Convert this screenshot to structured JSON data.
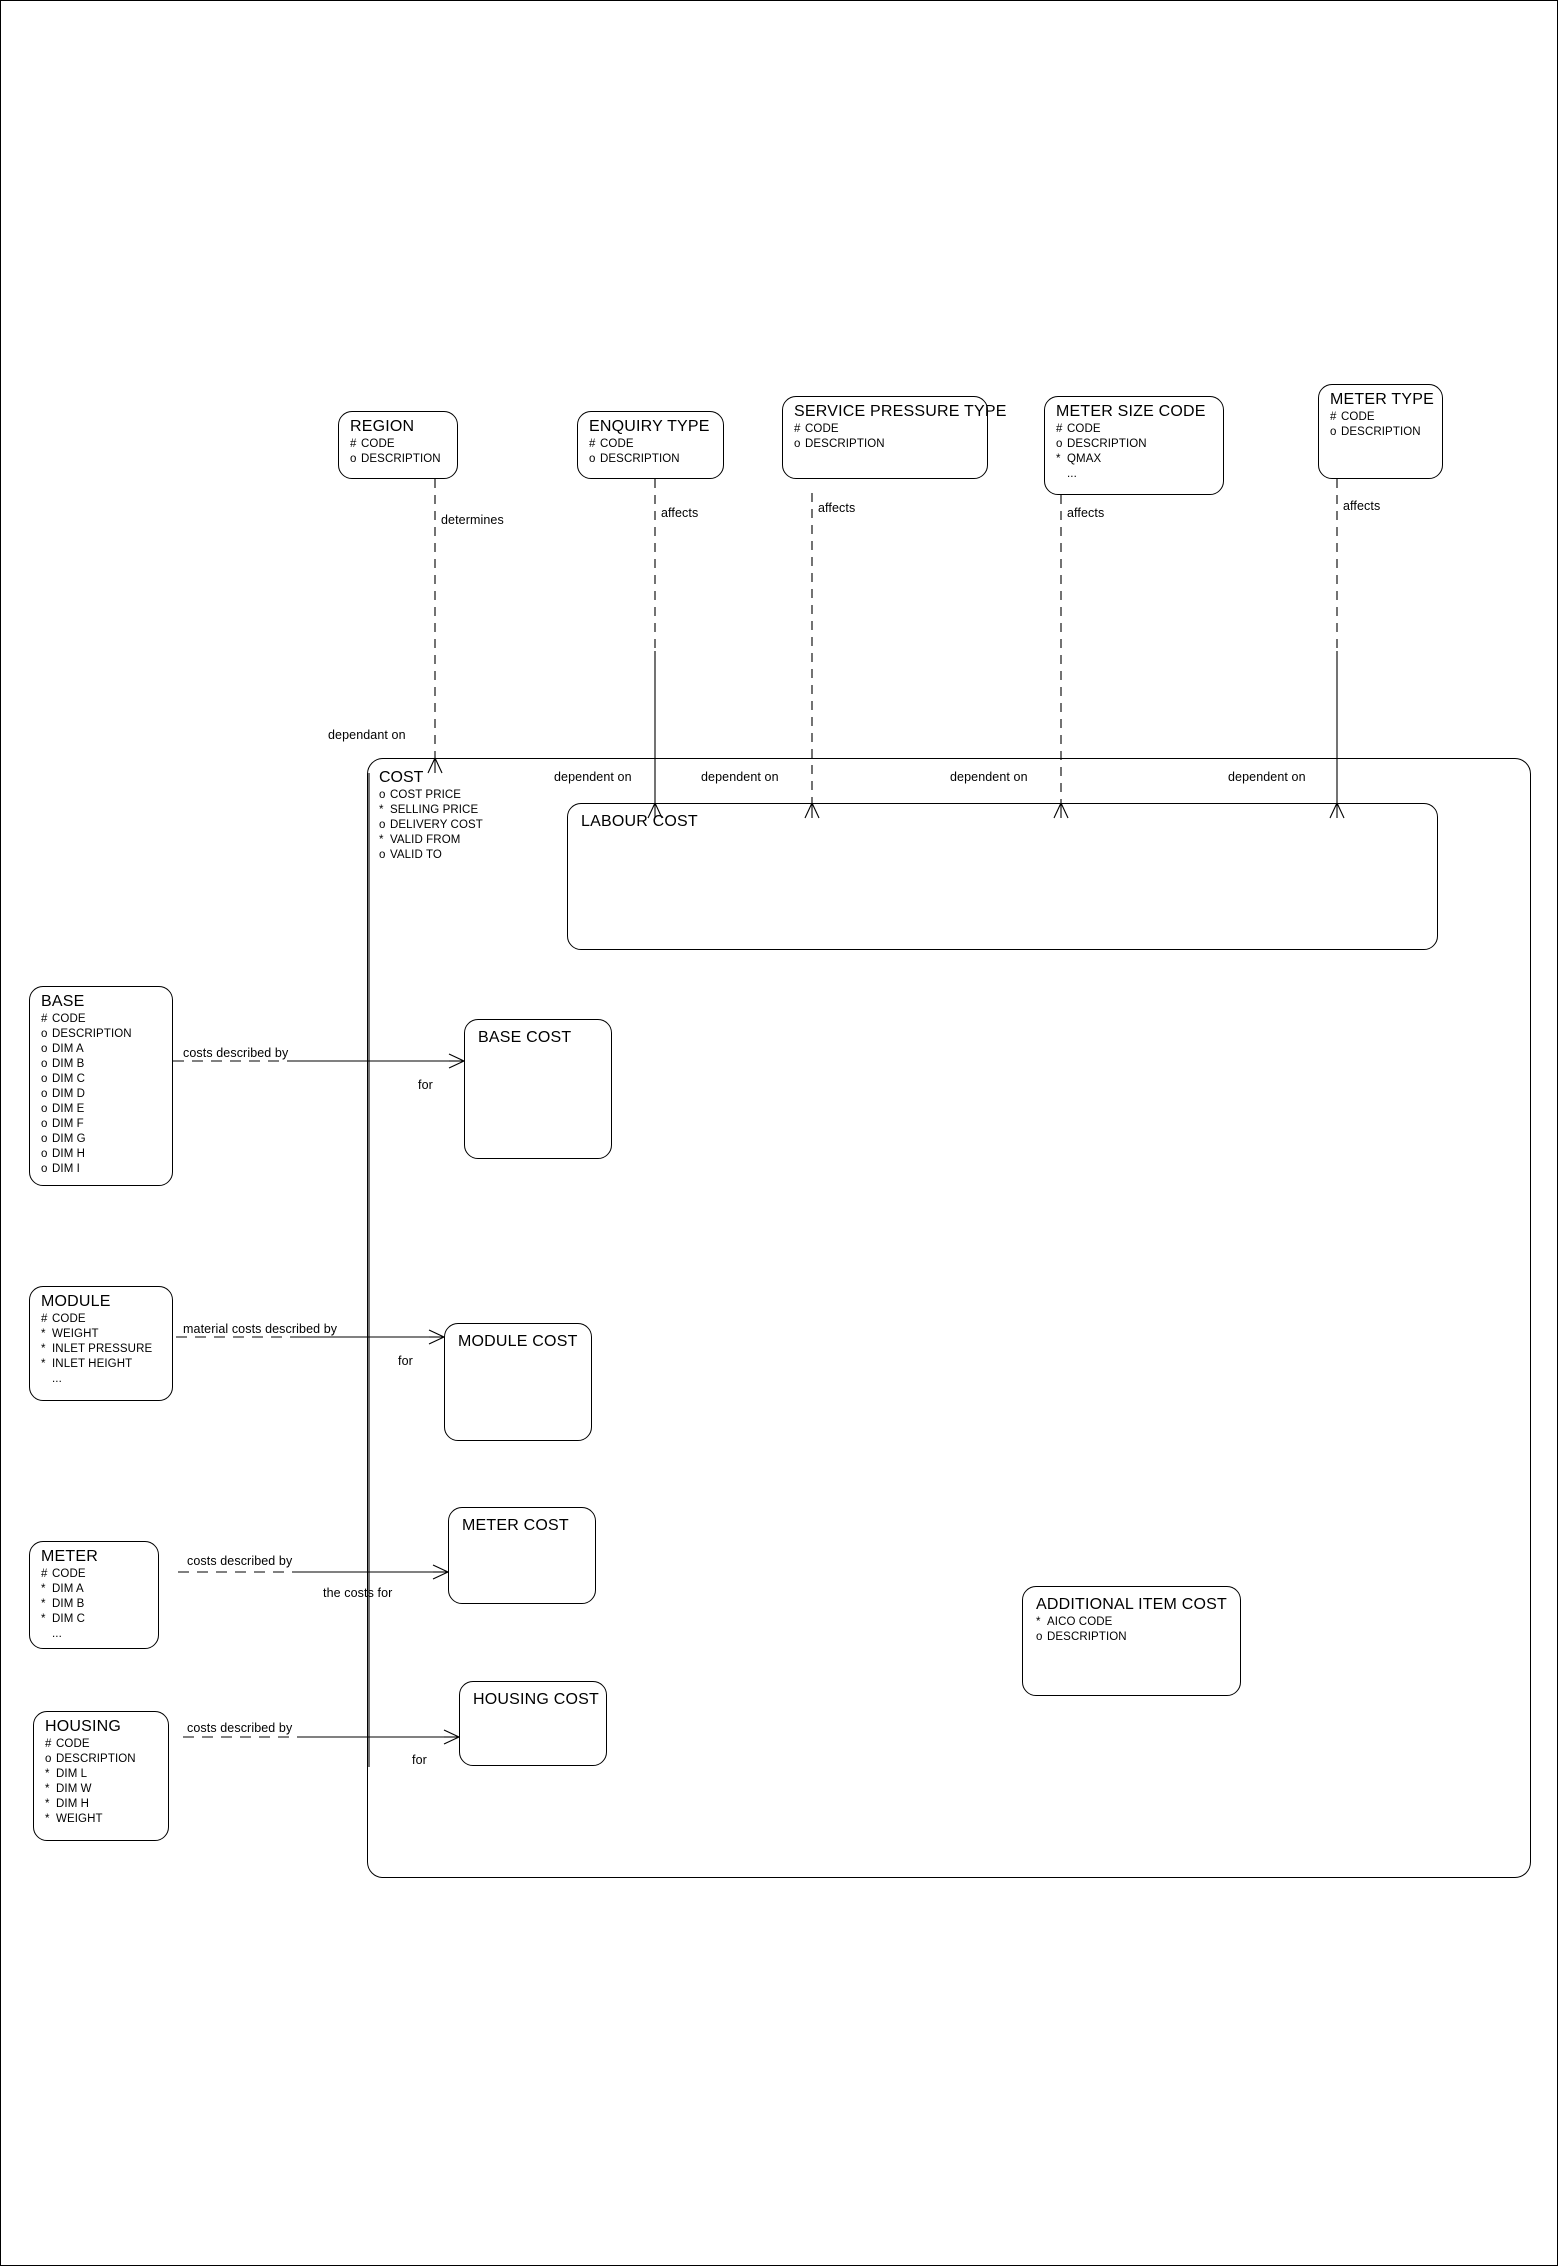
{
  "diagram": {
    "title": "COST entity relationship diagram",
    "type": "entity-relationship",
    "line_color": "#000000",
    "background_color": "#ffffff"
  },
  "entities": {
    "region": {
      "name": "REGION",
      "attributes": [
        {
          "mark": "#",
          "label": "CODE"
        },
        {
          "mark": "o",
          "label": "DESCRIPTION"
        }
      ]
    },
    "enquiry_type": {
      "name": "ENQUIRY TYPE",
      "attributes": [
        {
          "mark": "#",
          "label": "CODE"
        },
        {
          "mark": "o",
          "label": "DESCRIPTION"
        }
      ]
    },
    "service_pressure_type": {
      "name": "SERVICE PRESSURE TYPE",
      "attributes": [
        {
          "mark": "#",
          "label": "CODE"
        },
        {
          "mark": "o",
          "label": "DESCRIPTION"
        }
      ]
    },
    "meter_size_code": {
      "name": "METER SIZE CODE",
      "attributes": [
        {
          "mark": "#",
          "label": "CODE"
        },
        {
          "mark": "o",
          "label": "DESCRIPTION"
        },
        {
          "mark": "*",
          "label": "QMAX"
        },
        {
          "mark": "",
          "label": "..."
        }
      ]
    },
    "meter_type": {
      "name": "METER TYPE",
      "attributes": [
        {
          "mark": "#",
          "label": "CODE"
        },
        {
          "mark": "o",
          "label": "DESCRIPTION"
        }
      ]
    },
    "cost": {
      "name": "COST",
      "attributes": [
        {
          "mark": "o",
          "label": "COST PRICE"
        },
        {
          "mark": "*",
          "label": "SELLING PRICE"
        },
        {
          "mark": "o",
          "label": "DELIVERY COST"
        },
        {
          "mark": "*",
          "label": "VALID FROM"
        },
        {
          "mark": "o",
          "label": "VALID TO"
        }
      ]
    },
    "labour_cost": {
      "name": "LABOUR COST",
      "attributes": []
    },
    "base": {
      "name": "BASE",
      "attributes": [
        {
          "mark": "#",
          "label": "CODE"
        },
        {
          "mark": "o",
          "label": "DESCRIPTION"
        },
        {
          "mark": "o",
          "label": "DIM A"
        },
        {
          "mark": "o",
          "label": "DIM B"
        },
        {
          "mark": "o",
          "label": "DIM C"
        },
        {
          "mark": "o",
          "label": "DIM D"
        },
        {
          "mark": "o",
          "label": "DIM E"
        },
        {
          "mark": "o",
          "label": "DIM F"
        },
        {
          "mark": "o",
          "label": "DIM G"
        },
        {
          "mark": "o",
          "label": "DIM H"
        },
        {
          "mark": "o",
          "label": "DIM I"
        }
      ]
    },
    "base_cost": {
      "name": "BASE COST",
      "attributes": []
    },
    "module": {
      "name": "MODULE",
      "attributes": [
        {
          "mark": "#",
          "label": "CODE"
        },
        {
          "mark": "*",
          "label": "WEIGHT"
        },
        {
          "mark": "*",
          "label": "INLET PRESSURE"
        },
        {
          "mark": "*",
          "label": "INLET HEIGHT"
        },
        {
          "mark": "",
          "label": "..."
        }
      ]
    },
    "module_cost": {
      "name": "MODULE COST",
      "attributes": []
    },
    "meter": {
      "name": "METER",
      "attributes": [
        {
          "mark": "#",
          "label": "CODE"
        },
        {
          "mark": "*",
          "label": "DIM A"
        },
        {
          "mark": "*",
          "label": "DIM B"
        },
        {
          "mark": "*",
          "label": "DIM C"
        },
        {
          "mark": "",
          "label": "..."
        }
      ]
    },
    "meter_cost": {
      "name": "METER COST",
      "attributes": []
    },
    "housing": {
      "name": "HOUSING",
      "attributes": [
        {
          "mark": "#",
          "label": "CODE"
        },
        {
          "mark": "o",
          "label": "DESCRIPTION"
        },
        {
          "mark": "*",
          "label": "DIM L"
        },
        {
          "mark": "*",
          "label": "DIM W"
        },
        {
          "mark": "*",
          "label": "DIM H"
        },
        {
          "mark": "*",
          "label": "WEIGHT"
        }
      ]
    },
    "housing_cost": {
      "name": "HOUSING COST",
      "attributes": []
    },
    "additional_item_cost": {
      "name": "ADDITIONAL ITEM COST",
      "attributes": [
        {
          "mark": "*",
          "label": "AICO CODE"
        },
        {
          "mark": "o",
          "label": "DESCRIPTION"
        }
      ]
    }
  },
  "relationship_labels": {
    "region_determines": "determines",
    "enquiry_affects": "affects",
    "service_pressure_affects": "affects",
    "meter_size_affects": "affects",
    "meter_type_affects": "affects",
    "cost_dependant_on": "dependant on",
    "labour_dependent_on_1": "dependent on",
    "labour_dependent_on_2": "dependent on",
    "labour_dependent_on_3": "dependent on",
    "labour_dependent_on_4": "dependent on",
    "base_costs_described_by": "costs described by",
    "base_cost_for": "for",
    "module_material_costs_described_by": "material costs described by",
    "module_cost_for": "for",
    "meter_costs_described_by": "costs described by",
    "meter_cost_the_costs_for": "the costs for",
    "housing_costs_described_by": "costs described by",
    "housing_cost_for": "for"
  }
}
